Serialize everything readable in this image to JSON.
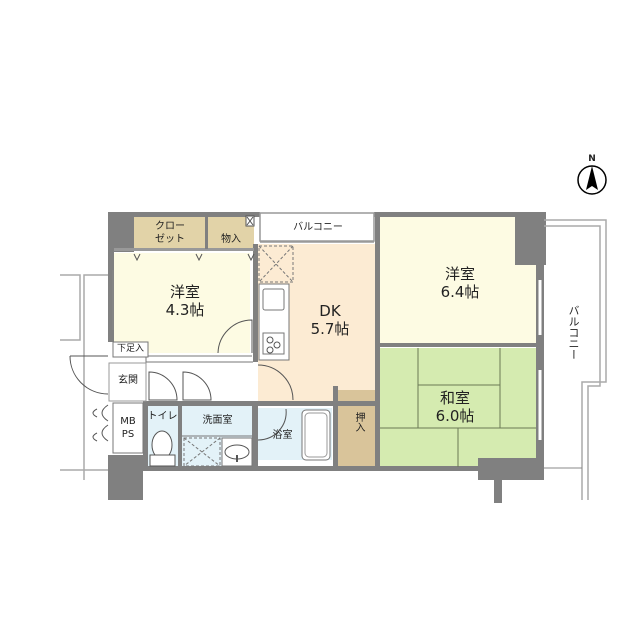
{
  "compass": {
    "label": "N"
  },
  "rooms": {
    "western_small": {
      "name": "洋室",
      "size": "4.3帖"
    },
    "dk": {
      "name": "DK",
      "size": "5.7帖"
    },
    "western_large": {
      "name": "洋室",
      "size": "6.4帖"
    },
    "japanese": {
      "name": "和室",
      "size": "6.0帖"
    },
    "closet": {
      "line1": "クロー",
      "line2": "ゼット"
    },
    "storage_top": {
      "name": "物入"
    },
    "shoe_storage": {
      "name": "下足入"
    },
    "entrance": {
      "name": "玄関"
    },
    "mbps": {
      "line1": "MB",
      "line2": "PS"
    },
    "toilet": {
      "name": "トイレ"
    },
    "washroom": {
      "name": "洗面室"
    },
    "bathroom": {
      "name": "浴室"
    },
    "oshiire": {
      "name": "押入"
    },
    "balcony_north": {
      "name": "バルコニー"
    },
    "balcony_east": {
      "name": "バルコニー"
    }
  },
  "colors": {
    "wall": "#808080",
    "western": "#fdfbe3",
    "dk": "#fcebd3",
    "tatami": "#d5ebb0",
    "storage": "#e2d3a8",
    "oshiire": "#d9c49a",
    "wet": "#e3f2f8"
  }
}
